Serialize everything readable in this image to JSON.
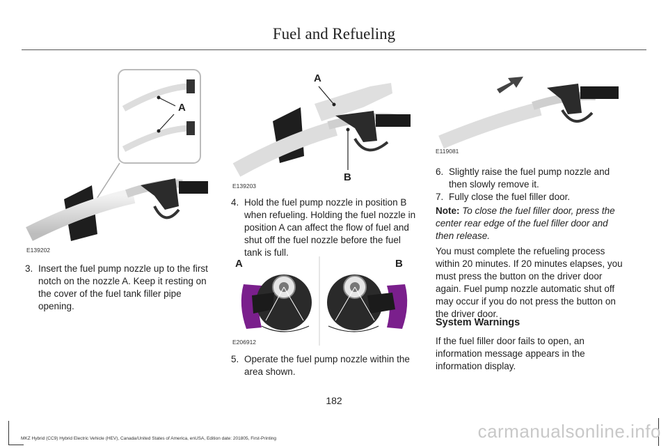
{
  "header": {
    "title": "Fuel and Refueling"
  },
  "figures": {
    "fig1": {
      "id": "E139202",
      "label_a": "A"
    },
    "fig2": {
      "id": "E139203",
      "label_a": "A",
      "label_b": "B"
    },
    "fig3": {
      "id": "E119081"
    },
    "fig4": {
      "id": "E206912",
      "label_a": "A",
      "label_b": "B"
    }
  },
  "steps": [
    {
      "num": "3.",
      "text": "Insert the fuel pump nozzle up to the first notch on the nozzle A.  Keep it resting on the cover of the fuel tank filler pipe opening."
    },
    {
      "num": "4.",
      "text": "Hold the fuel pump nozzle in position B when refueling.  Holding the fuel nozzle in position A can affect the flow of fuel and shut off the fuel nozzle before the fuel tank is full."
    },
    {
      "num": "5.",
      "text": "Operate the fuel pump nozzle within the area shown."
    },
    {
      "num": "6.",
      "text": "Slightly raise the fuel pump nozzle and then slowly remove it."
    },
    {
      "num": "7.",
      "text": "Fully close the fuel filler door."
    }
  ],
  "note": {
    "label": "Note:",
    "text": "To close the fuel filler door, press the center rear edge of the fuel filler door and then release."
  },
  "paragraph": "You must complete the refueling process within 20 minutes.  If 20 minutes elapses, you must press the button on the driver door again.  Fuel pump nozzle automatic shut off may occur if you do not press the button on the driver door.",
  "section": {
    "title": "System Warnings",
    "text": "If the fuel filler door fails to open, an information message appears in the information display."
  },
  "page_number": "182",
  "footer": "MKZ Hybrid (CC9) Hybrid Electric Vehicle (HEV), Canada/United States of America, enUSA, Edition date: 201805, First-Printing",
  "watermark": "carmanualsonline.info",
  "colors": {
    "accent_purple": "#7a1f8c",
    "text": "#222222",
    "rule": "#555555"
  }
}
